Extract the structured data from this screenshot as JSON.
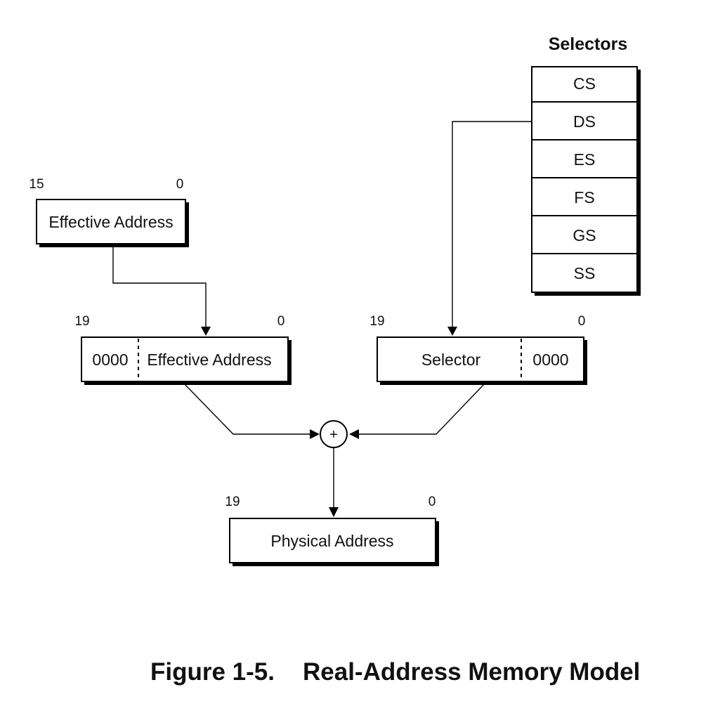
{
  "selectors": {
    "title": "Selectors",
    "registers": [
      "CS",
      "DS",
      "ES",
      "FS",
      "GS",
      "SS"
    ]
  },
  "effective_address_16": {
    "label": "Effective Address",
    "bit_high": "15",
    "bit_low": "0"
  },
  "shifted_effective_address": {
    "prefix": "0000",
    "label": "Effective Address",
    "bit_high": "19",
    "bit_low": "0"
  },
  "shifted_selector": {
    "label": "Selector",
    "suffix": "0000",
    "bit_high": "19",
    "bit_low": "0"
  },
  "adder": {
    "symbol": "+"
  },
  "physical_address": {
    "label": "Physical Address",
    "bit_high": "19",
    "bit_low": "0"
  },
  "caption": {
    "number": "Figure 1-5.",
    "title": "Real-Address Memory Model"
  }
}
